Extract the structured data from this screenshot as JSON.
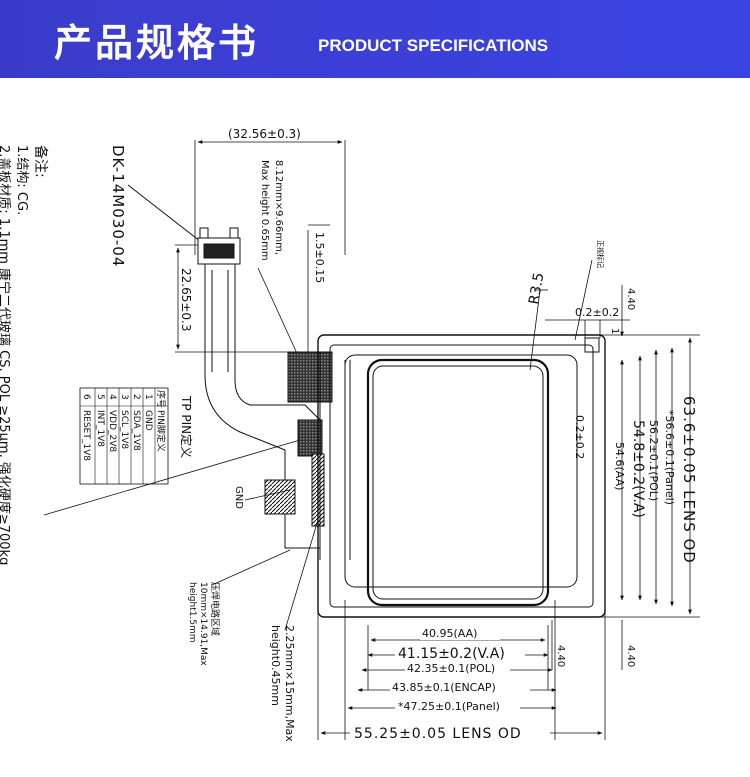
{
  "header": {
    "title_cn": "产品规格书",
    "title_en": "PRODUCT SPECIFICATIONS"
  },
  "notes": {
    "heading": "备注:",
    "item1": "1.结构: CG.",
    "item2": "2.盖板材质: 1.1mm 康宁二代玻璃 CS, POL ≥25μm, 强化硬度≥700kg"
  },
  "connector": {
    "part_number": "DK-14M030-04",
    "chip_size_line1": "8.12mm×9.66mm,",
    "chip_size_line2": "Max height 0.65mm",
    "lower_chip_line1": "2.25mm×15mm,Max",
    "lower_chip_line2": "height0.45mm",
    "compress_line1": "压焊电路区域",
    "compress_line2": "10mm×14.91,Max",
    "compress_line3": "height1.5mm",
    "gnd": "GND"
  },
  "pin_table": {
    "title": "TP PIN定义",
    "header_no": "序号",
    "header_def": "PIN脚定义",
    "rows": [
      {
        "no": "1",
        "def": "GND"
      },
      {
        "no": "2",
        "def": "SDA_1V8"
      },
      {
        "no": "3",
        "def": "SCL_1V8"
      },
      {
        "no": "4",
        "def": "VDD_2V8"
      },
      {
        "no": "5",
        "def": "INT_1V8"
      },
      {
        "no": "6",
        "def": "RESET_1V8"
      }
    ]
  },
  "dimensions": {
    "top_width": "(32.56±0.3)",
    "fpc_height": "22.65±0.3",
    "gap_top": "1.5±0.15",
    "radius": "R3.5",
    "marker_note": "正视标记",
    "offset_02": "0.2±0.2",
    "offset_02_vertical": "0.2±0.2",
    "one": "1",
    "edge_440_top": "4.40",
    "edge_440_bottom": "4.40",
    "edge_440_right": "4.40",
    "lens_od_height": "63.6±0.05 LENS OD",
    "panel_height": "*56.6±0.1(Panel)",
    "pol_height": "56.2±0.1(POL)",
    "va_height": "54.8±0.2(V.A)",
    "aa_height": "54.6(AA)",
    "aa_width": "40.95(AA)",
    "va_width": "41.15±0.2(V.A)",
    "pol_width": "42.35±0.1(POL)",
    "encap_width": "43.85±0.1(ENCAP)",
    "panel_width": "*47.25±0.1(Panel)",
    "lens_od_width": "55.25±0.05 LENS OD"
  }
}
